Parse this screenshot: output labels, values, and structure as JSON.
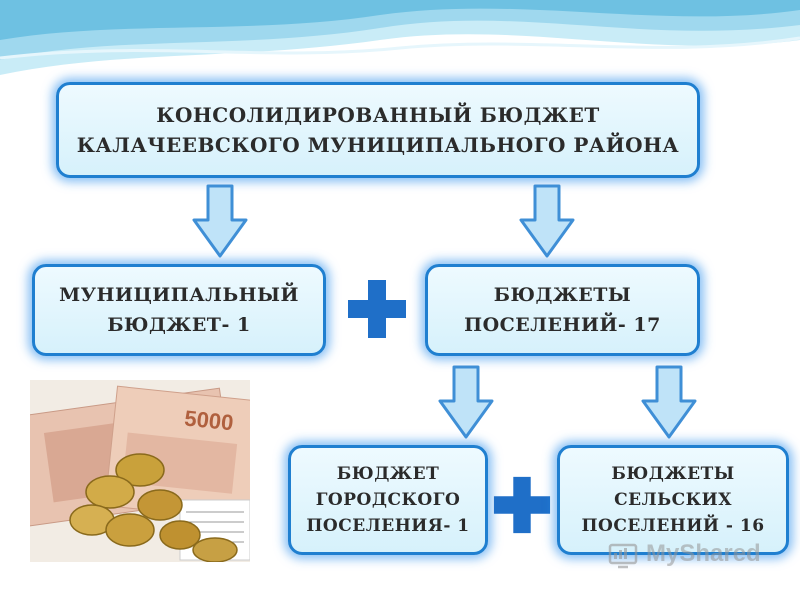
{
  "boxes": {
    "top": {
      "line1": "КОНСОЛИДИРОВАННЫЙ БЮДЖЕТ",
      "line2": "КАЛАЧЕЕВСКОГО МУНИЦИПАЛЬНОГО РАЙОНА"
    },
    "municipal": {
      "line1": "МУНИЦИПАЛЬНЫЙ",
      "line2": "БЮДЖЕТ- 1"
    },
    "settlements": {
      "line1": "БЮДЖЕТЫ",
      "line2": "ПОСЕЛЕНИЙ- 17"
    },
    "urban": {
      "line1": "БЮДЖЕТ",
      "line2": "ГОРОДСКОГО",
      "line3": "ПОСЕЛЕНИЯ- 1"
    },
    "rural": {
      "line1": "БЮДЖЕТЫ",
      "line2": "СЕЛЬСКИХ",
      "line3": "ПОСЕЛЕНИЙ - 16"
    }
  },
  "banknote": {
    "denomination": "5000"
  },
  "watermark": {
    "text": "MyShared"
  },
  "colors": {
    "box_border": "#1f7fd0",
    "arrow": "#3f8fd6",
    "plus": "#1f6fc8",
    "wave": "#8fd0ea"
  },
  "icons": {
    "arrow": "arrow-down-icon",
    "plus": "plus-icon"
  }
}
